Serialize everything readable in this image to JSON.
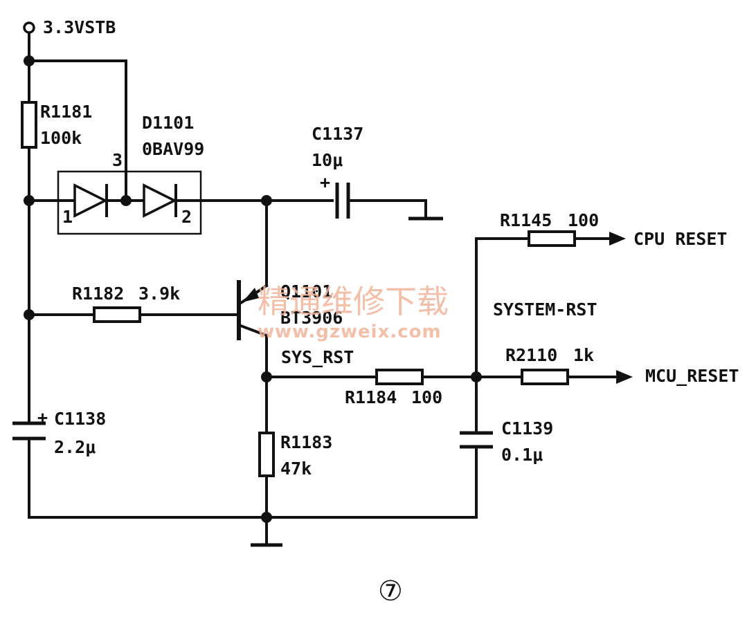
{
  "supply": {
    "label": "3.3VSTB"
  },
  "components": {
    "r1181": {
      "ref": "R1181",
      "value": "100k"
    },
    "d1101": {
      "ref": "D1101",
      "part": "0BAV99",
      "pin1": "1",
      "pin2": "2",
      "pin3": "3"
    },
    "c1137": {
      "ref": "C1137",
      "value": "10μ",
      "polarity": "+"
    },
    "r1145": {
      "ref": "R1145",
      "value": "100"
    },
    "r1182": {
      "ref": "R1182",
      "value": "3.9k"
    },
    "q1101": {
      "ref": "Q1101",
      "part": "BT3906"
    },
    "r1184": {
      "ref": "R1184",
      "value": "100"
    },
    "r2110": {
      "ref": "R2110",
      "value": "1k"
    },
    "c1138": {
      "ref": "C1138",
      "value": "2.2μ",
      "polarity": "+"
    },
    "r1183": {
      "ref": "R1183",
      "value": "47k"
    },
    "c1139": {
      "ref": "C1139",
      "value": "0.1μ"
    }
  },
  "nets": {
    "cpu_reset": "CPU RESET",
    "system_rst": "SYSTEM-RST",
    "sys_rst": "SYS_RST",
    "mcu_reset": "MCU_RESET"
  },
  "watermark": {
    "cn": "精通维修下载",
    "url": "www.gzweix.com"
  },
  "figure_number": "⑦"
}
